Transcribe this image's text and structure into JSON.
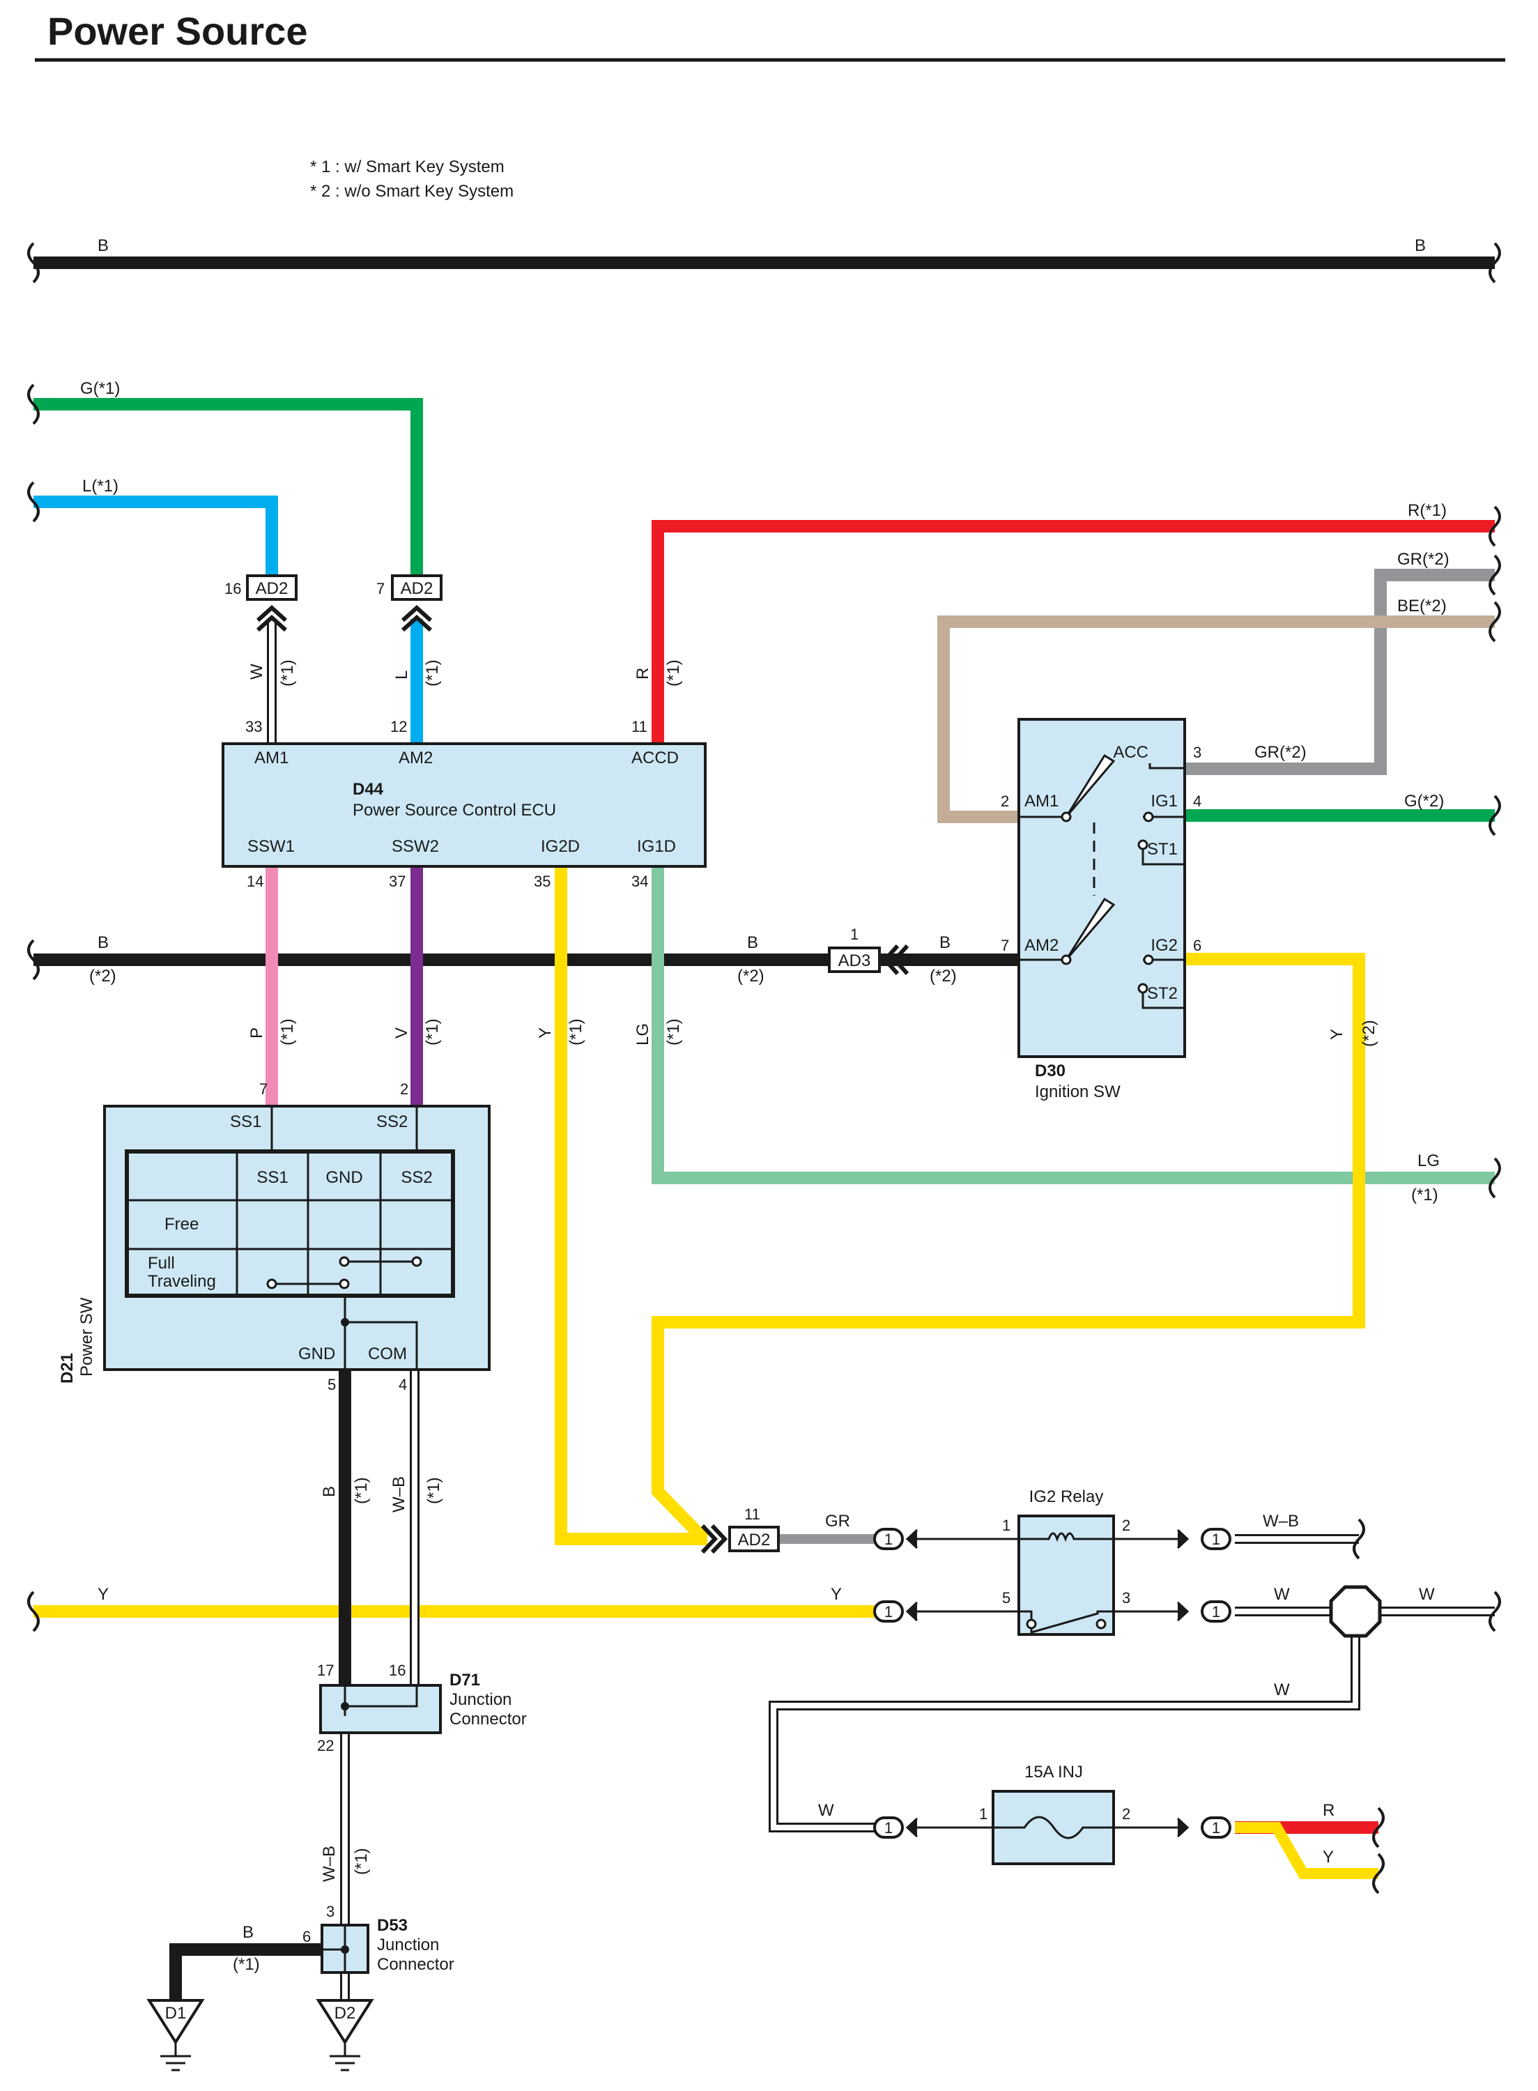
{
  "title": "Power Source",
  "notes": [
    "* 1 : w/ Smart Key System",
    "* 2 : w/o Smart Key System"
  ],
  "colors": {
    "B": "#1a1a1a",
    "G": "#00a651",
    "L": "#00aeef",
    "R": "#ed1c24",
    "GR": "#939598",
    "BE": "#c3ad97",
    "P": "#f08bb8",
    "V": "#7b2c8f",
    "Y": "#ffde00",
    "LG": "#7fc8a0",
    "W": "#ffffff",
    "box_fill": "#cde8f4"
  },
  "wire_labels": {
    "b_top_left": "B",
    "b_top_right": "B",
    "g1": "G(*1)",
    "l1": "L(*1)",
    "r1": "R(*1)",
    "gr2": "GR(*2)",
    "be2": "BE(*2)",
    "gr2_acc": "GR(*2)",
    "g2_ig1": "G(*2)",
    "w": "W",
    "w_n": "(*1)",
    "l": "L",
    "l_n": "(*1)",
    "r": "R",
    "r_n": "(*1)",
    "b_mid_left": "B",
    "b_mid_left_n": "(*2)",
    "b_mid": "B",
    "b_mid_n": "(*2)",
    "b_ad3": "B",
    "b_ad3_n": "(*2)",
    "p": "P",
    "p_n": "(*1)",
    "v": "V",
    "v_n": "(*1)",
    "y": "Y",
    "y_n": "(*1)",
    "lg": "LG",
    "lg_n": "(*1)",
    "y_right": "Y",
    "y_right_n": "(*2)",
    "lg_right": "LG",
    "lg_right_n": "(*1)",
    "b_gnd": "B",
    "b_gnd_n": "(*1)",
    "wb": "W–B",
    "wb_n": "(*1)",
    "wb_low": "W–B",
    "wb_low_n": "(*1)",
    "b_d1": "B",
    "b_d1_n": "(*1)",
    "y_left": "Y",
    "y_mid": "Y",
    "gr_ad2": "GR",
    "wb_relay": "W–B",
    "w_relay": "W",
    "w_far": "W",
    "w_loop": "W",
    "w_inj": "W",
    "r_out": "R",
    "y_out": "Y"
  },
  "connectors": {
    "ad2_16": "AD2",
    "ad2_7": "AD2",
    "ad3": "AD3",
    "ad2_11": "AD2"
  },
  "pins": {
    "ad2_16": "16",
    "ad2_7": "7",
    "ad3": "1",
    "ad2_11": "11",
    "d44_33": "33",
    "d44_12": "12",
    "d44_11": "11",
    "d44_14": "14",
    "d44_37": "37",
    "d44_35": "35",
    "d44_34": "34",
    "d30_2": "2",
    "d30_7": "7",
    "d30_3": "3",
    "d30_4": "4",
    "d30_6": "6",
    "d21_7": "7",
    "d21_2": "2",
    "d21_5": "5",
    "d21_4": "4",
    "d71_17": "17",
    "d71_16": "16",
    "d71_22": "22",
    "d53_3": "3",
    "d53_6": "6",
    "relay_1": "1",
    "relay_2": "2",
    "relay_5": "5",
    "relay_3": "3",
    "inj_1": "1",
    "inj_2": "2",
    "inline": "1"
  },
  "d44": {
    "code": "D44",
    "name": "Power Source Control ECU",
    "terminals": {
      "am1": "AM1",
      "am2": "AM2",
      "accd": "ACCD",
      "ssw1": "SSW1",
      "ssw2": "SSW2",
      "ig2d": "IG2D",
      "ig1d": "IG1D"
    }
  },
  "d30": {
    "code": "D30",
    "name": "Ignition SW",
    "terminals": {
      "am1": "AM1",
      "am2": "AM2",
      "acc": "ACC",
      "ig1": "IG1",
      "st1": "ST1",
      "ig2": "IG2",
      "st2": "ST2"
    }
  },
  "d21": {
    "code": "D21",
    "name": "Power SW",
    "terminals": {
      "ss1": "SS1",
      "ss2": "SS2",
      "gnd": "GND",
      "com": "COM"
    },
    "table": {
      "headers": [
        "SS1",
        "GND",
        "SS2"
      ],
      "rows": [
        "Free",
        "Full",
        "Traveling"
      ]
    }
  },
  "d71": {
    "code": "D71",
    "name1": "Junction",
    "name2": "Connector"
  },
  "d53": {
    "code": "D53",
    "name1": "Junction",
    "name2": "Connector"
  },
  "relay": {
    "name": "IG2 Relay"
  },
  "fuse": {
    "name": "15A INJ"
  },
  "grounds": {
    "d1": "D1",
    "d2": "D2"
  }
}
